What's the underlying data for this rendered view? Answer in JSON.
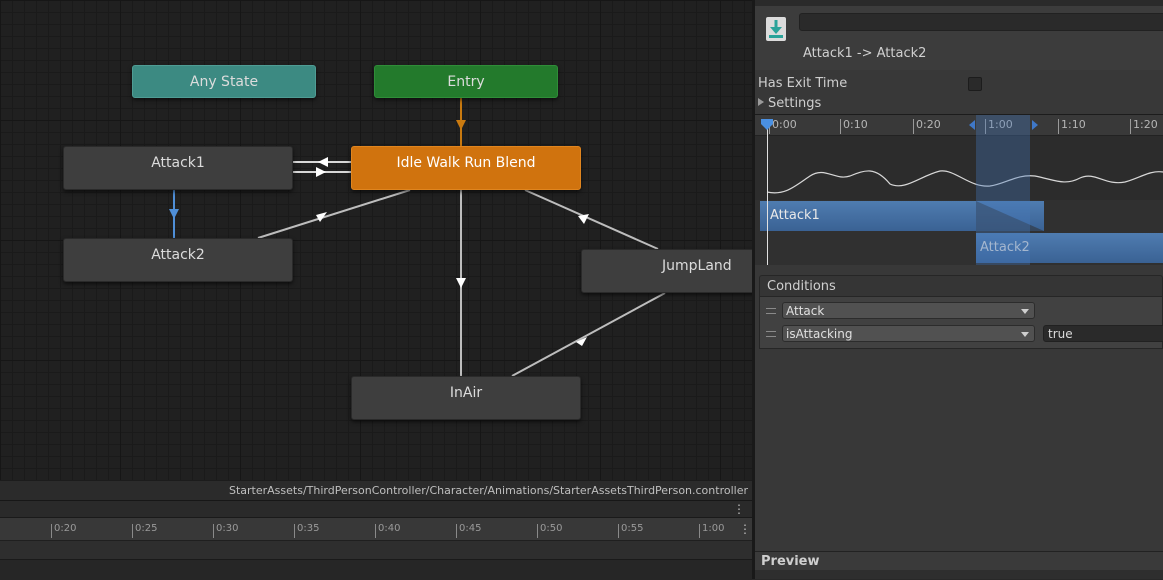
{
  "graph": {
    "nodes": {
      "any_state": "Any State",
      "entry": "Entry",
      "idle_walk_run": "Idle Walk Run Blend",
      "attack1": "Attack1",
      "attack2": "Attack2",
      "jump_land": "JumpLand",
      "in_air": "InAir"
    },
    "path": "StarterAssets/ThirdPersonController/Character/Animations/StarterAssetsThirdPerson.controller"
  },
  "bottom_timeline": {
    "ticks": [
      "0:20",
      "0:25",
      "0:30",
      "0:35",
      "0:40",
      "0:45",
      "0:50",
      "0:55",
      "1:00"
    ]
  },
  "inspector": {
    "transition_title": "Attack1 -> Attack2",
    "has_exit_time_label": "Has Exit Time",
    "has_exit_time": false,
    "settings_label": "Settings",
    "timeline": {
      "ticks": [
        "0:00",
        "0:10",
        "0:20",
        "1:00",
        "1:10",
        "1:20"
      ],
      "source_state": "Attack1",
      "destination_state": "Attack2"
    },
    "conditions": {
      "header": "Conditions",
      "rows": [
        {
          "parameter": "Attack",
          "value": ""
        },
        {
          "parameter": "isAttacking",
          "value": "true"
        }
      ]
    },
    "preview_label": "Preview"
  },
  "colors": {
    "any_state": "#3c8a82",
    "entry": "#237a2c",
    "default_state": "#d0730e",
    "state": "#3e3e3e",
    "selected_transition": "#4f8fd8"
  }
}
